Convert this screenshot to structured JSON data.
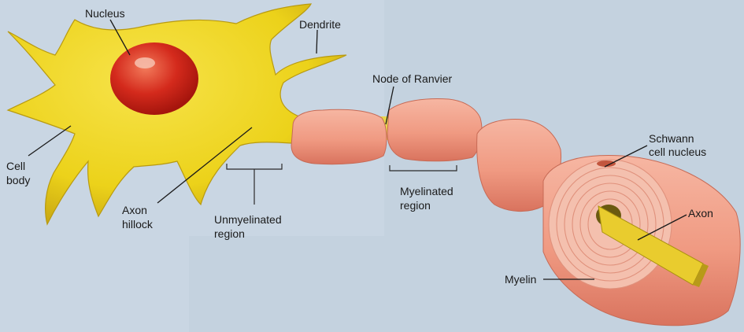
{
  "labels": {
    "nucleus": "Nucleus",
    "dendrite": "Dendrite",
    "node_of_ranvier": "Node of Ranvier",
    "schwann_line1": "Schwann",
    "schwann_line2": "cell nucleus",
    "cell_body_line1": "Cell",
    "cell_body_line2": "body",
    "axon_hillock_line1": "Axon",
    "axon_hillock_line2": "hillock",
    "unmyelinated_line1": "Unmyelinated",
    "unmyelinated_line2": "region",
    "myelinated_line1": "Myelinated",
    "myelinated_line2": "region",
    "axon": "Axon",
    "myelin": "Myelin"
  },
  "colors": {
    "page_bg": "#c9d6e3",
    "cell_body": "#ecd21a",
    "cell_body_shade": "#cdb012",
    "nucleus": "#d42a1c",
    "myelin": "#f0a08a",
    "myelin_shade": "#d97a64",
    "node": "#e7d64a",
    "axon_core": "#e9cc2e"
  }
}
